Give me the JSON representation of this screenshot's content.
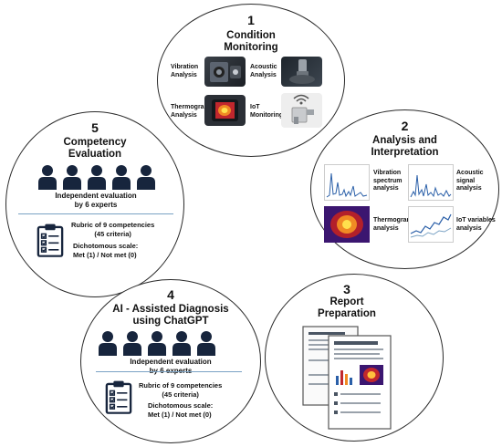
{
  "steps": [
    {
      "number": "1",
      "title_line1": "Condition",
      "title_line2": "Monitoring",
      "items": [
        {
          "line1": "Vibration",
          "line2": "Analysis"
        },
        {
          "line1": "Acoustic",
          "line2": "Analysis"
        },
        {
          "line1": "Thermography",
          "line2": "Analysis"
        },
        {
          "line1": "IoT",
          "line2": "Monitoring"
        }
      ]
    },
    {
      "number": "2",
      "title_line1": "Analysis and",
      "title_line2": "Interpretation",
      "items": [
        {
          "line1": "Vibration",
          "line2": "spectrum",
          "line3": "analysis"
        },
        {
          "line1": "Acoustic",
          "line2": "signal",
          "line3": "analysis"
        },
        {
          "line1": "Thermogram",
          "line2": "analysis"
        },
        {
          "line1": "IoT variables",
          "line2": "analysis"
        }
      ]
    },
    {
      "number": "3",
      "title_line1": "Report",
      "title_line2": "Preparation"
    },
    {
      "number": "4",
      "title_line1": "AI - Assisted Diagnosis",
      "title_line2": "using ChatGPT",
      "eval_line1": "Independent evaluation",
      "eval_line2": "by 6 experts",
      "rubric_line1": "Rubric of 9 competencies",
      "rubric_line2": "(45 criteria)",
      "scale_line1": "Dichotomous scale:",
      "scale_line2": "Met (1) / Not met (0)"
    },
    {
      "number": "5",
      "title_line1": "Competency",
      "title_line2": "Evaluation",
      "eval_line1": "Independent evaluation",
      "eval_line2": "by 6 experts",
      "rubric_line1": "Rubric of 9 competencies",
      "rubric_line2": "(45 criteria)",
      "scale_line1": "Dichotomous scale:",
      "scale_line2": "Met (1) / Not met (0)"
    }
  ],
  "colors": {
    "person": "#17253d",
    "outline": "#2a2a2a",
    "spectrum": "#2a5fa8",
    "divider": "#7aa2c4"
  }
}
